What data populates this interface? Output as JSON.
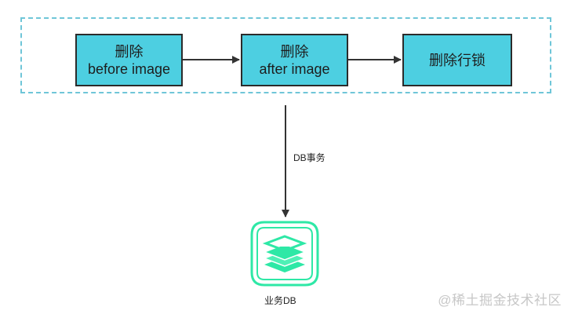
{
  "steps": [
    {
      "line1": "删除",
      "line2": "before image"
    },
    {
      "line1": "删除",
      "line2": "after image"
    },
    {
      "line1": "删除行锁",
      "line2": ""
    }
  ],
  "edge_label": "DB事务",
  "database_label": "业务DB",
  "watermark": "@稀土掘金技术社区",
  "colors": {
    "step_fill": "#4dcfe1",
    "step_border": "#2b2b2b",
    "group_border": "#6fc6d8",
    "db_icon": "#2ee8a6",
    "arrow": "#333333"
  },
  "icons": {
    "database": "stacked-database-icon"
  }
}
